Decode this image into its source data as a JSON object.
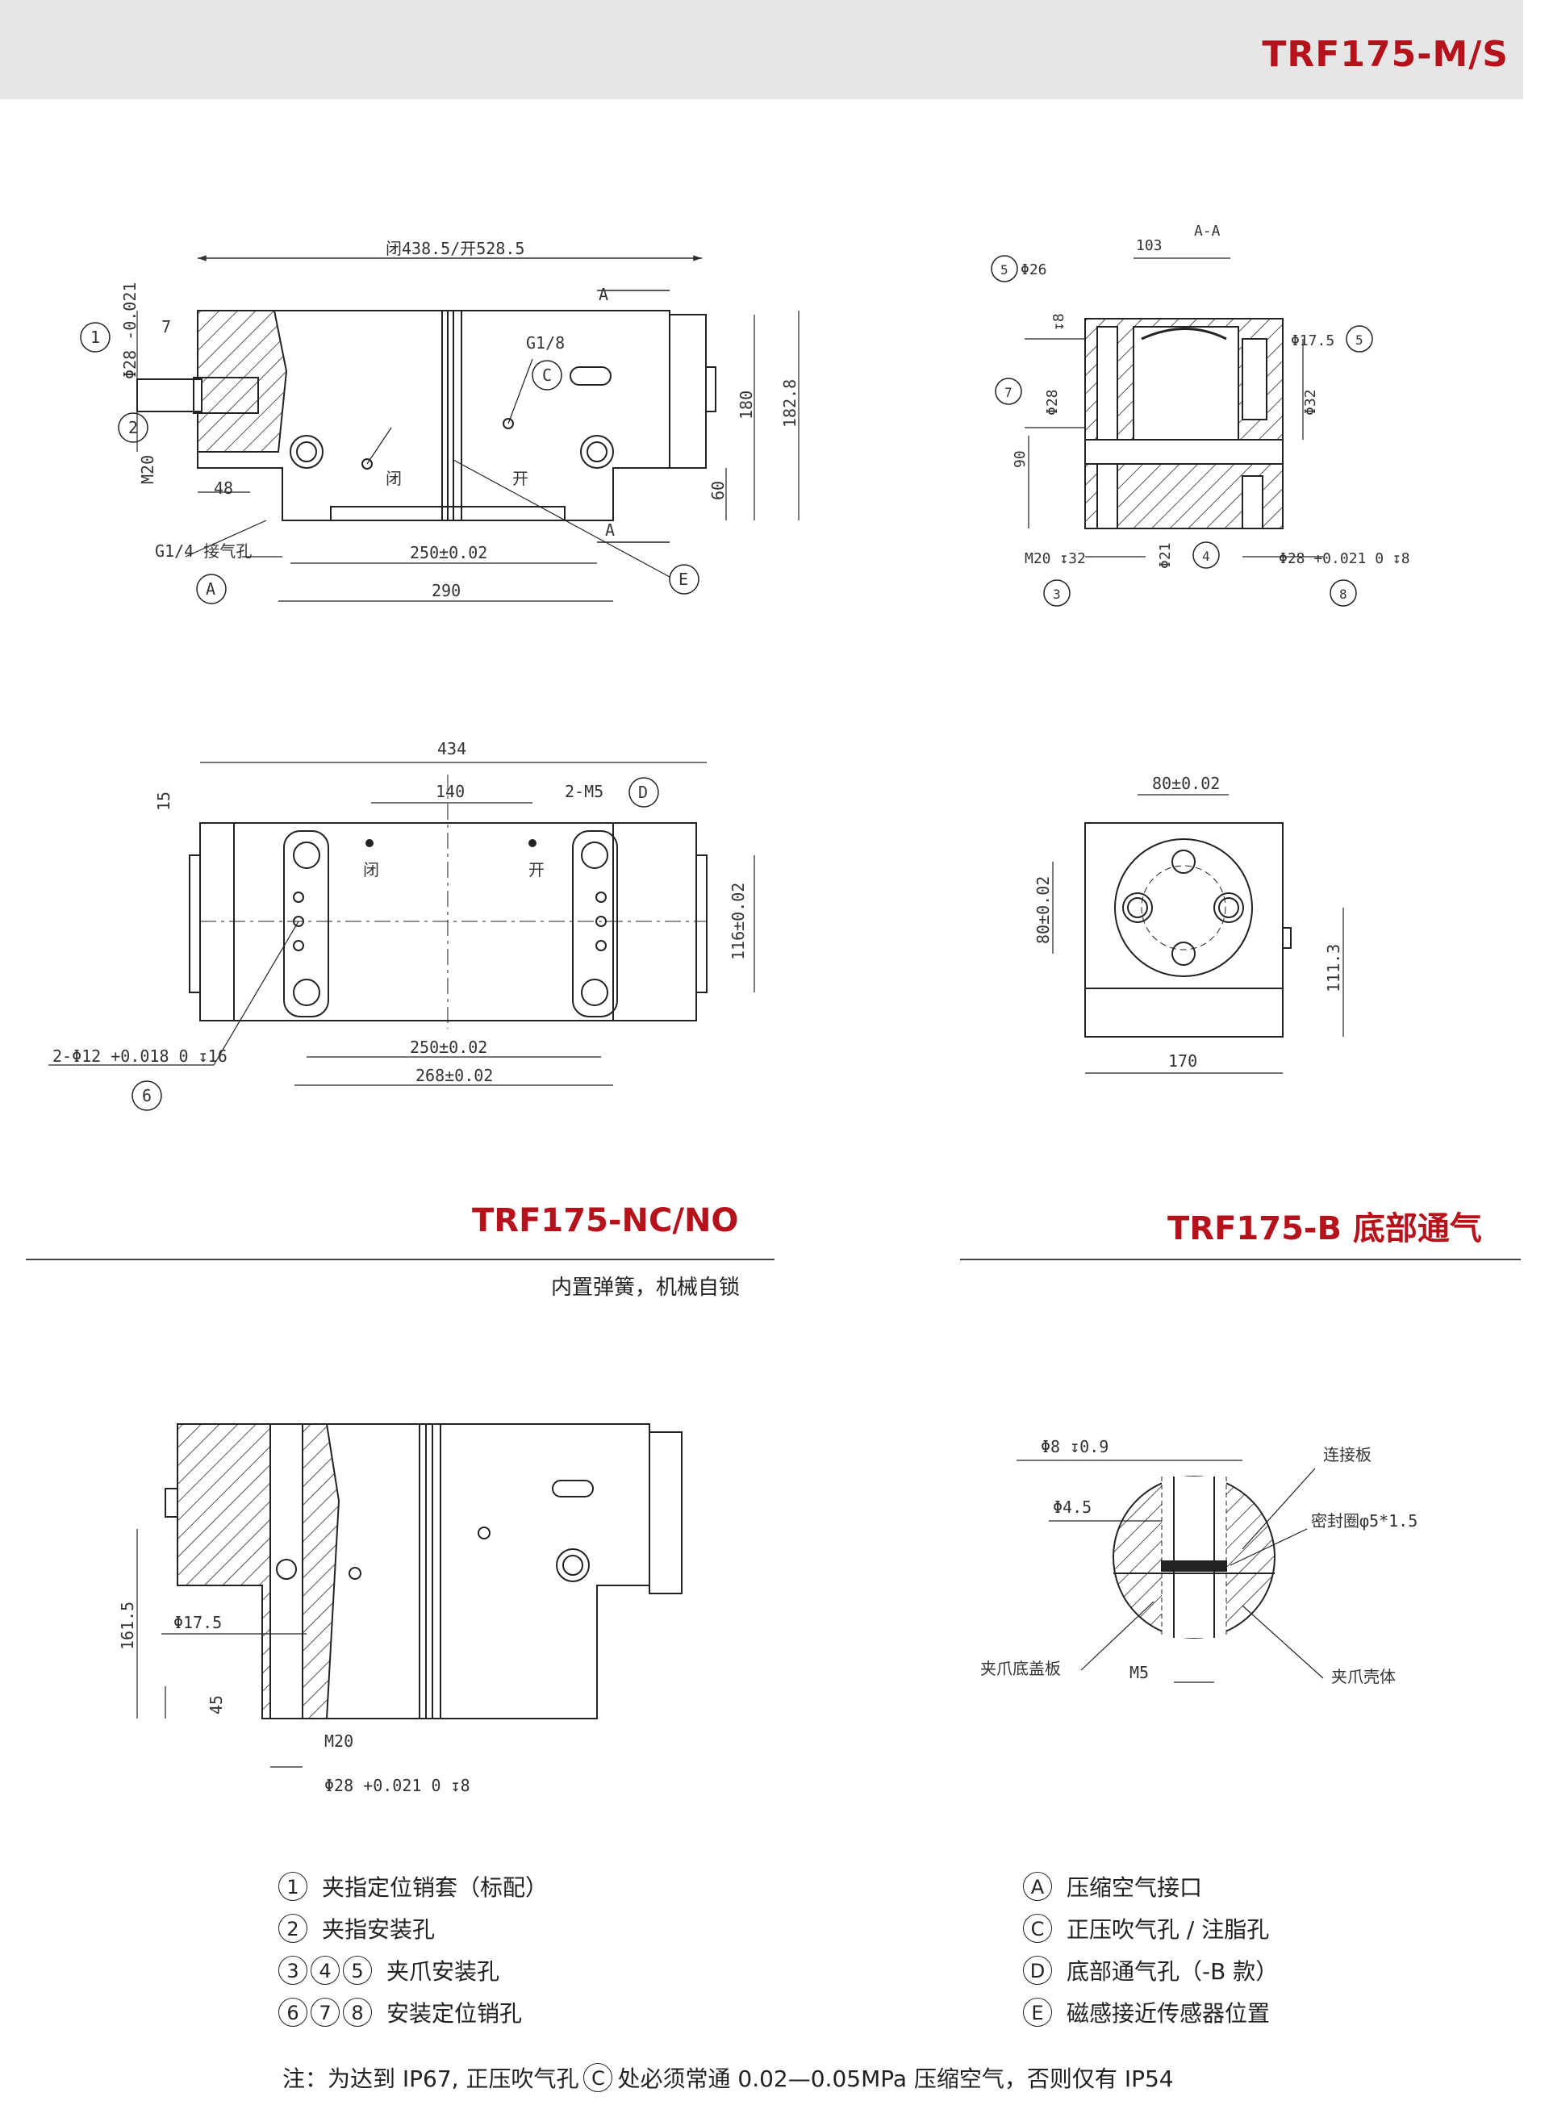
{
  "header": {
    "model": "TRF175-M/S"
  },
  "drawings": {
    "front_view": {
      "overall_length": "闭438.5/开528.5",
      "height_180": "180",
      "height_182": "182.8",
      "height_60": "60",
      "pitch": "250±0.02",
      "base_length": "290",
      "width_48": "48",
      "dim_7": "7",
      "port_g18": "G1/8",
      "port_g14": "G1/4 接气孔",
      "dia_28": "Φ28 -0.021",
      "thread_m20": "M20",
      "label_close": "闭",
      "label_open": "开",
      "section_mark": "A"
    },
    "section_view": {
      "title": "A-A",
      "dim_103": "103",
      "dia_26": "Φ26",
      "depth_8": "↧8",
      "dia_17_5": "Φ17.5",
      "dia_32": "Φ32",
      "dia_28": "Φ28",
      "dim_90": "90",
      "m20_32": "M20 ↧32",
      "dia_21": "Φ21",
      "dia_28_tol": "Φ28 +0.021 0 ↧8"
    },
    "top_view": {
      "length_434": "434",
      "dim_15": "15",
      "dim_140": "140",
      "thread_m5": "2-M5",
      "width_116": "116±0.02",
      "pitch_250": "250±0.02",
      "pitch_268": "268±0.02",
      "pin_holes": "2-Φ12 +0.018 0 ↧16",
      "label_close": "闭",
      "label_open": "开"
    },
    "end_view": {
      "dim_80_h": "80±0.02",
      "dim_80_v": "80±0.02",
      "dim_111": "111.3",
      "width_170": "170"
    },
    "nc_view": {
      "height_161": "161.5",
      "dia_17_5": "Φ17.5",
      "dim_45": "45",
      "thread_m20": "M20",
      "dia_28": "Φ28 +0.021 0 ↧8"
    },
    "b_view": {
      "dia_8": "Φ8 ↧0.9",
      "dia_4_5": "Φ4.5",
      "thread_m5": "M5",
      "label_plate": "连接板",
      "label_seal": "密封圈φ5*1.5",
      "label_bottom_cover": "夹爪底盖板",
      "label_housing": "夹爪壳体"
    }
  },
  "sections": {
    "nc_no": {
      "title": "TRF175-NC/NO",
      "subtitle": "内置弹簧，机械自锁"
    },
    "b": {
      "title": "TRF175-B 底部通气"
    }
  },
  "legend_left": [
    {
      "marks": [
        "1"
      ],
      "text": "夹指定位销套（标配）"
    },
    {
      "marks": [
        "2"
      ],
      "text": "夹指安装孔"
    },
    {
      "marks": [
        "3",
        "4",
        "5"
      ],
      "text": "夹爪安装孔"
    },
    {
      "marks": [
        "6",
        "7",
        "8"
      ],
      "text": "安装定位销孔"
    }
  ],
  "legend_right": [
    {
      "mark": "A",
      "text": "压缩空气接口"
    },
    {
      "mark": "C",
      "text": "正压吹气孔 / 注脂孔"
    },
    {
      "mark": "D",
      "text": "底部通气孔（-B 款）"
    },
    {
      "mark": "E",
      "text": "磁感接近传感器位置"
    }
  ],
  "note": {
    "prefix": "注：为达到 IP67, 正压吹气孔",
    "mark": "C",
    "suffix": "处必须常通 0.02—0.05MPa 压缩空气，否则仅有 IP54"
  }
}
